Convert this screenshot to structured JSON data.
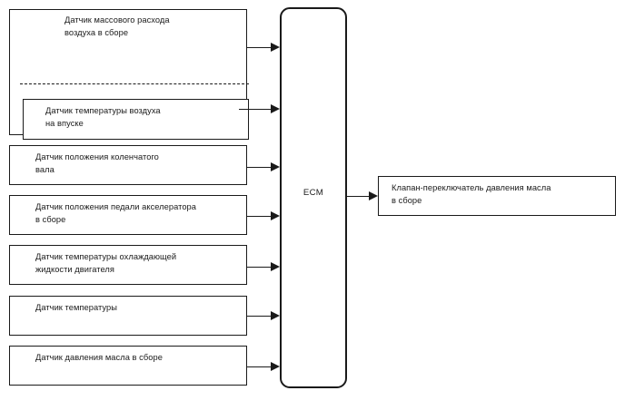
{
  "diagram": {
    "title": "ECM sensor input / actuator output block diagram",
    "background_color": "#ffffff",
    "line_color": "#1a1a1a"
  },
  "inputs": {
    "maf_group": {
      "label": "Датчик массового расхода\nвоздуха в сборе",
      "inner": {
        "label": "Датчик температуры воздуха\nна впуске"
      }
    },
    "sensors": [
      {
        "label": "Датчик положения коленчатого\nвала"
      },
      {
        "label": "Датчик положения педали акселератора\nв сборе"
      },
      {
        "label": "Датчик температуры охлаждающей\nжидкости двигателя"
      },
      {
        "label": "Датчик температуры"
      },
      {
        "label": "Датчик давления масла в сборе"
      }
    ]
  },
  "controller": {
    "label": "ECM"
  },
  "outputs": [
    {
      "label": "Клапан-переключатель давления масла\nв сборе"
    }
  ]
}
